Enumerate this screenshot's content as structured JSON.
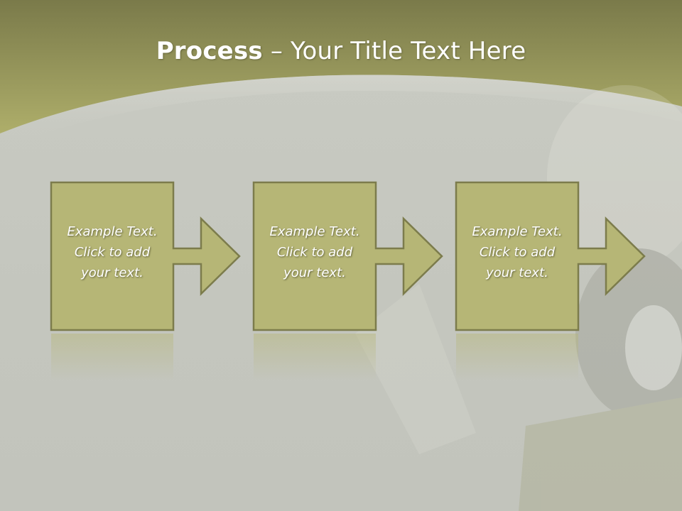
{
  "title": {
    "bold": "Process",
    "rest": " – Your Title Text Here"
  },
  "steps": [
    {
      "line1": "Example Text.",
      "line2": "Click  to add",
      "line3": "your text."
    },
    {
      "line1": "Example Text.",
      "line2": "Click  to add",
      "line3": "your text."
    },
    {
      "line1": "Example Text.",
      "line2": "Click  to add",
      "line3": "your text."
    }
  ],
  "colors": {
    "header_dark": "#7a7a4a",
    "header_light": "#aeae6a",
    "box_fill": "#b6b676",
    "box_border": "#7c7c4c",
    "text": "#ffffff"
  }
}
